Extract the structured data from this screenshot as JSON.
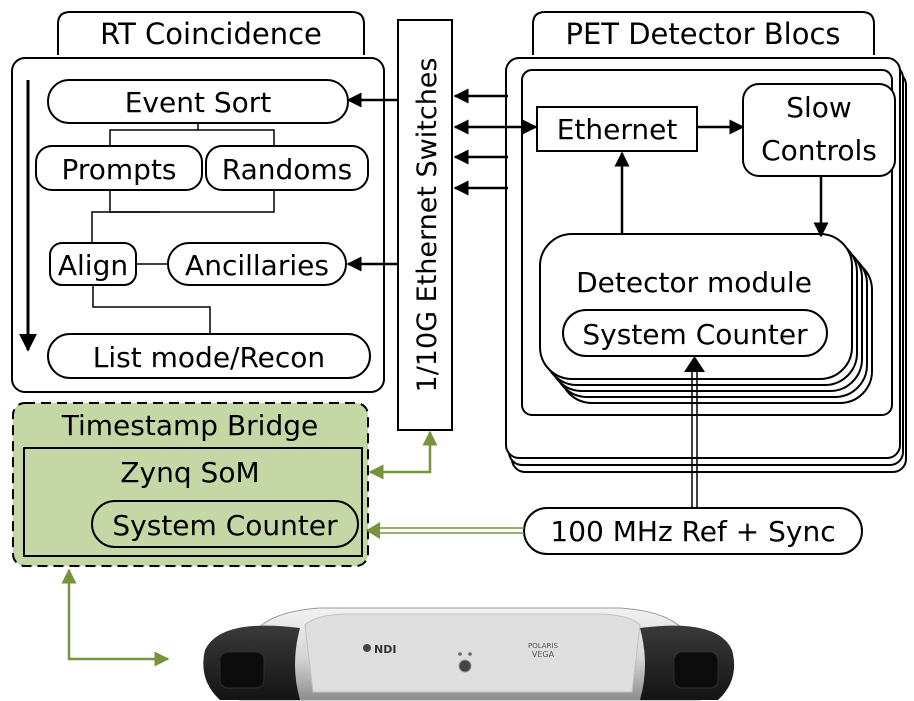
{
  "rt": {
    "tab": "RT Coincidence",
    "event_sort": "Event Sort",
    "prompts": "Prompts",
    "randoms": "Randoms",
    "align": "Align",
    "ancillaries": "Ancillaries",
    "list_mode": "List mode/Recon"
  },
  "switch_label": "1/10G Ethernet Switches",
  "pet": {
    "tab": "PET Detector Blocs",
    "ethernet": "Ethernet",
    "slow_line1": "Slow",
    "slow_line2": "Controls",
    "detector_module": "Detector module",
    "system_counter": "System Counter"
  },
  "bridge": {
    "title": "Timestamp Bridge",
    "zynq": "Zynq SoM",
    "system_counter": "System Counter"
  },
  "ref_sync": "100 MHz Ref + Sync",
  "device": {
    "brand": "NDI",
    "model_line1": "POLARIS",
    "model_line2": "VEGA"
  },
  "colors": {
    "green_fill": "#c5d7a5",
    "green_arrow": "#77933c"
  }
}
